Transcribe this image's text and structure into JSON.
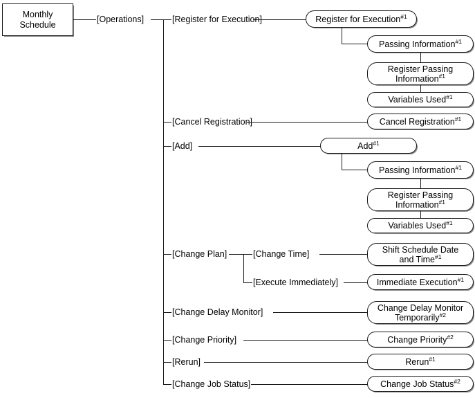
{
  "diagram": {
    "title": "Monthly Schedule operations menu tree",
    "root": {
      "label": "Monthly Schedule",
      "line1": "Monthly",
      "line2": "Schedule"
    },
    "menu_labels": {
      "operations": "[Operations]",
      "register_for_execution": "[Register for Execution]",
      "cancel_registration": "[Cancel Registration]",
      "add": "[Add]",
      "change_plan": "[Change Plan]",
      "change_time": "[Change Time]",
      "execute_immediately": "[Execute Immediately]",
      "change_delay_monitor": "[Change Delay Monitor]",
      "change_priority": "[Change Priority]",
      "rerun": "[Rerun]",
      "change_job_status": "[Change Job Status]"
    },
    "nodes": {
      "register_for_execution": {
        "text": "Register for Execution",
        "note": "#1"
      },
      "passing_information_1": {
        "text": "Passing Information",
        "note": "#1"
      },
      "register_passing_information_1": {
        "line1": "Register Passing",
        "line2": "Information",
        "note": "#1"
      },
      "variables_used_1": {
        "text": "Variables Used",
        "note": "#1"
      },
      "cancel_registration": {
        "text": "Cancel Registration",
        "note": "#1"
      },
      "add": {
        "text": "Add",
        "note": "#1"
      },
      "passing_information_2": {
        "text": "Passing Information",
        "note": "#1"
      },
      "register_passing_information_2": {
        "line1": "Register Passing",
        "line2": "Information",
        "note": "#1"
      },
      "variables_used_2": {
        "text": "Variables Used",
        "note": "#1"
      },
      "shift_schedule_date_and_time": {
        "line1": "Shift Schedule Date",
        "line2": "and Time",
        "note": "#1"
      },
      "immediate_execution": {
        "text": "Immediate Execution",
        "note": "#1"
      },
      "change_delay_monitor_temporarily": {
        "line1": "Change Delay Monitor",
        "line2": "Temporarily",
        "note": "#2"
      },
      "change_priority": {
        "text": "Change Priority",
        "note": "#2"
      },
      "rerun": {
        "text": "Rerun",
        "note": "#1"
      },
      "change_job_status": {
        "text": "Change Job Status",
        "note": "#2"
      }
    },
    "colors": {
      "line": "#1a1a1a",
      "shadow": "#8c8c8c",
      "background": "#ffffff",
      "text": "#000000"
    }
  }
}
